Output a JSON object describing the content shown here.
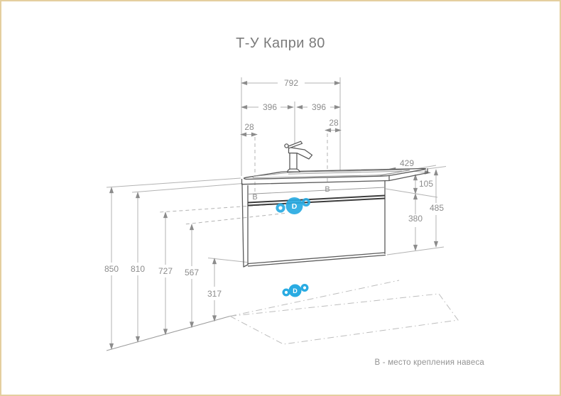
{
  "title": "Т-У Капри 80",
  "footnote": "В - место крепления навеса",
  "dims": {
    "total_width": "792",
    "half_width_left": "396",
    "half_width_right": "396",
    "mount_offset_left": "28",
    "mount_offset_right": "28",
    "depth": "429",
    "top_section_height": "105",
    "cabinet_height": "485",
    "drawer_front_height": "380",
    "height_to_sink_top": "850",
    "height_to_counter_bottom": "810",
    "height_to_mount": "727",
    "height_to_lower_mount": "567",
    "height_to_drain": "317"
  },
  "marks": {
    "mount_left": "В",
    "mount_front": "В",
    "upper_plumbing": "D",
    "lower_plumbing": "D"
  },
  "colors": {
    "accent": "#29abe2",
    "frame": "#e4cf9f",
    "dim_line": "#b3b3b3",
    "body_line": "#5a5a5a",
    "text": "#8c8c8c"
  }
}
